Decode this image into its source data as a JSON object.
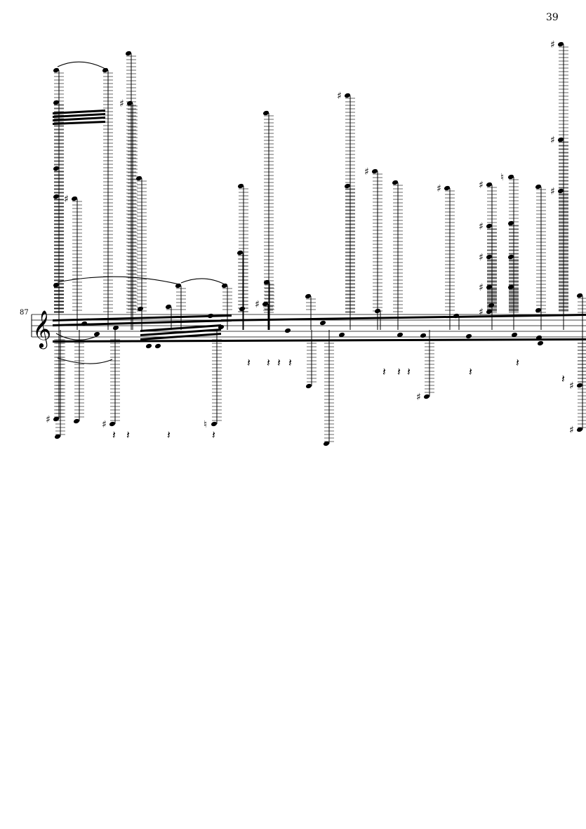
{
  "page": {
    "number": "39"
  },
  "system": {
    "measure_number": "87",
    "clef": "treble",
    "staff_line_count": 5
  },
  "glyphs": {
    "sharp": "♯",
    "natural": "♮",
    "rest": "𝄽"
  },
  "colors": {
    "ink": "#000000",
    "paper": "#ffffff"
  }
}
